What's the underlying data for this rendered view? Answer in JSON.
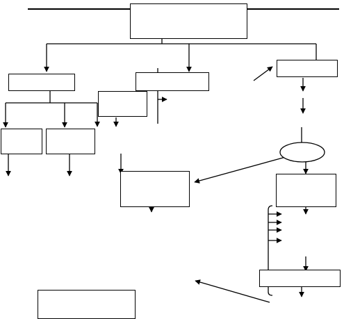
{
  "diagram": {
    "title": "",
    "stroke_color": "#000000",
    "fill_color": "#ffffff",
    "nodes": [
      {
        "id": "root",
        "shape": "rect",
        "label": ""
      },
      {
        "id": "left-box",
        "shape": "rect",
        "label": ""
      },
      {
        "id": "middle-box",
        "shape": "rect",
        "label": ""
      },
      {
        "id": "middle-sub-box",
        "shape": "rect",
        "label": ""
      },
      {
        "id": "right-top-box",
        "shape": "rect",
        "label": ""
      },
      {
        "id": "leaf-box-1",
        "shape": "rect",
        "label": ""
      },
      {
        "id": "leaf-box-2",
        "shape": "rect",
        "label": ""
      },
      {
        "id": "decision-ellipse",
        "shape": "ellipse",
        "label": ""
      },
      {
        "id": "center-box",
        "shape": "rect",
        "label": ""
      },
      {
        "id": "right-mid-box",
        "shape": "rect",
        "label": ""
      },
      {
        "id": "right-bottom-box",
        "shape": "rect",
        "label": ""
      },
      {
        "id": "bottom-left-box",
        "shape": "rect",
        "label": ""
      }
    ],
    "edges": [
      {
        "from": "root",
        "to": "left-box"
      },
      {
        "from": "root",
        "to": "middle-box"
      },
      {
        "from": "root",
        "to": "right-top-box"
      },
      {
        "from": "left-box",
        "to": "leaf-box-1"
      },
      {
        "from": "left-box",
        "to": "leaf-box-2"
      },
      {
        "from": "right-top-box",
        "to": "decision-ellipse"
      },
      {
        "from": "decision-ellipse",
        "to": "center-box"
      },
      {
        "from": "decision-ellipse",
        "to": "right-mid-box"
      },
      {
        "from": "right-mid-box",
        "to": "right-bottom-box"
      },
      {
        "from": "right-bottom-box",
        "to": "bottom-left-box"
      }
    ]
  }
}
